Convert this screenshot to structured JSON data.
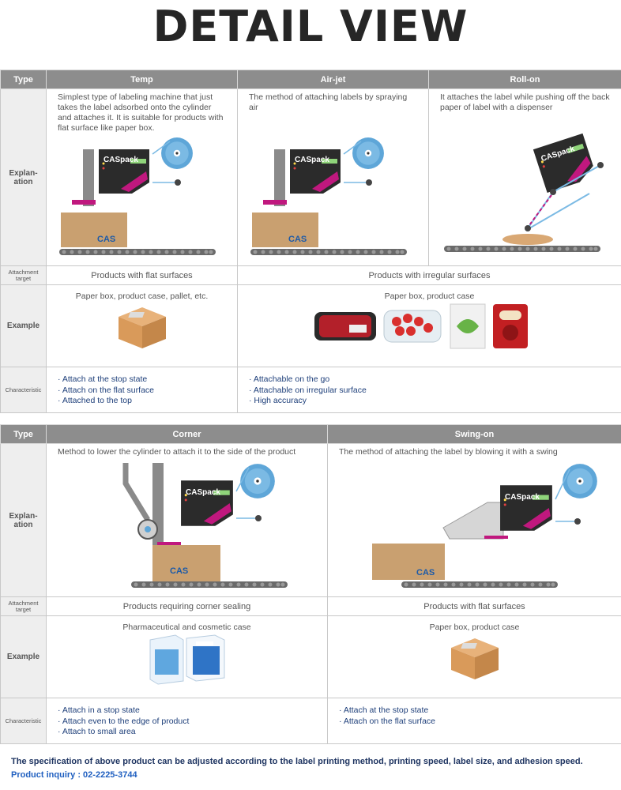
{
  "title": "DETAIL VIEW",
  "brand_text": "CAS",
  "pack_text": "CASpack",
  "row_labels": {
    "type": "Type",
    "explanation": "Explan-\nation",
    "attachment_target": "Attachment\ntarget",
    "example": "Example",
    "characteristic": "Characteristic"
  },
  "table1": {
    "columns": [
      {
        "name": "Temp",
        "explanation": "Simplest type of labeling machine that just takes the label adsorbed onto the cylinder and attaches it. It is suitable for products with flat surface like paper box."
      },
      {
        "name": "Air-jet",
        "explanation": "The method of attaching labels by spraying air"
      },
      {
        "name": "Roll-on",
        "explanation": "It attaches the label while pushing off the back paper of label with a dispenser"
      }
    ],
    "targets": [
      "Products with flat surfaces",
      "Products with irregular surfaces"
    ],
    "examples": [
      "Paper box, product case, pallet, etc.",
      "Paper box, product case"
    ],
    "characteristics": [
      [
        "Attach at the stop state",
        "Attach on the flat surface",
        "Attached to the top"
      ],
      [
        "Attachable on the go",
        "Attachable on irregular surface",
        "High accuracy"
      ]
    ]
  },
  "table2": {
    "columns": [
      {
        "name": "Corner",
        "explanation": "Method to lower the cylinder to attach it to the side of the product"
      },
      {
        "name": "Swing-on",
        "explanation": "The method of attaching the label by blowing it with a swing"
      }
    ],
    "targets": [
      "Products requiring corner sealing",
      "Products with flat surfaces"
    ],
    "examples": [
      "Pharmaceutical and cosmetic case",
      "Paper box, product case"
    ],
    "characteristics": [
      [
        "Attach in a stop state",
        "Attach even to the edge of product",
        "Attach to small area"
      ],
      [
        "Attach at the stop state",
        "Attach on the flat surface"
      ]
    ]
  },
  "footer": {
    "note": "The specification of above product can be adjusted according to the label printing method, printing speed, label size, and adhesion speed.",
    "inquiry": "Product inquiry : 02-2225-3744"
  },
  "colors": {
    "header_bg": "#8d8d8d",
    "label_bg": "#eeeeee",
    "characteristic_text": "#1e3f7a",
    "footer_note": "#1e3461",
    "footer_inquiry": "#1f5fc0",
    "machine_body": "#2b2b2b",
    "accent_magenta": "#c0187e",
    "reel_blue": "#5ea6d8",
    "box_tan": "#c9a070"
  }
}
